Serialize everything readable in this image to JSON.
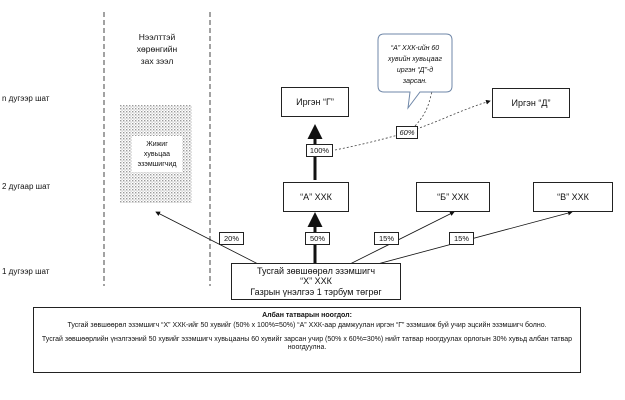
{
  "stages": {
    "n": "n дугээр шат",
    "two": "2 дугаар шат",
    "one": "1 дугээр шат"
  },
  "market_label": [
    "Нээлттэй",
    "хөрөнгийн",
    "зах зээл"
  ],
  "minority": [
    "Жижиг",
    "хувьцаа",
    "эзэмшигчид"
  ],
  "entities": {
    "citizen_g": "Иргэн “Г”",
    "citizen_d": "Иргэн “Д”",
    "company_a": "“А” ХХК",
    "company_b": "“Б” ХХК",
    "company_v": "“В” ХХК",
    "owner": [
      "Тусгай зөвшөөрөл эзэмшигч",
      "“Х” ХХК",
      "Газрын үнэлгээ 1 тэрбум төгрөг"
    ]
  },
  "callout": [
    "“А” ХХК-ийн 60",
    "хувийн хувьцааг",
    "иргэн “Д”-д",
    "зарсан."
  ],
  "percentages": {
    "to_minority": "20%",
    "to_a": "50%",
    "to_b": "15%",
    "to_v": "15%",
    "g_share": "100%",
    "sale_to_d": "60%"
  },
  "note": {
    "title": "Албан татварын ноогдол:",
    "line1": "Тусгай зөвшөөрөл эзэмшигч “Х” ХХК-ийг 50 хувийг (50% x 100%=50%) “А” ХХК-аар дамжуулан иргэн “Г” эзэмшиж буй учир эцсийн эзэмшигч болно.",
    "line2": "Тусгай зөвшөөрлийн үнэлгээний 50 хувийг эзэмшигч хувьцааны 60 хувийг зарсан учир (50% x 60%=30%) нийт татвар ноогдуулах орлогын 30% хувьд албан татвар ноогдуулна."
  }
}
